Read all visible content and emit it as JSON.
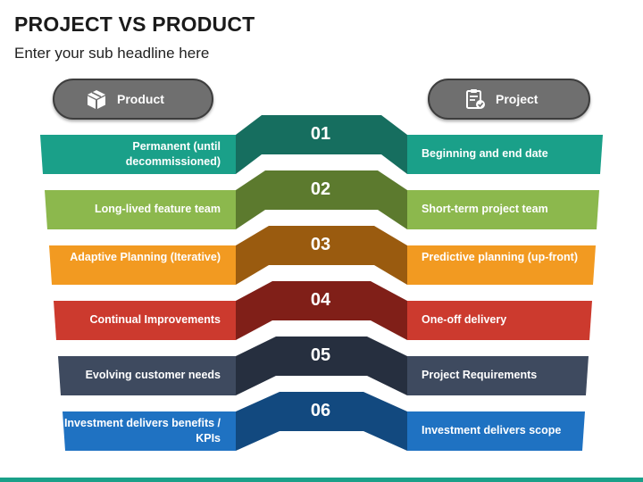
{
  "header": {
    "title": "PROJECT VS PRODUCT",
    "subtitle": "Enter your sub headline here"
  },
  "columns": {
    "left": {
      "label": "Product",
      "icon": "box-icon"
    },
    "right": {
      "label": "Project",
      "icon": "clipboard-check-icon"
    }
  },
  "rows": [
    {
      "number": "01",
      "left": "Permanent (until decommissioned)",
      "right": "Beginning and end date",
      "color": "#1aa089",
      "dark": "#166e5f"
    },
    {
      "number": "02",
      "left": "Long-lived feature team",
      "right": "Short-term project team",
      "color": "#8cb84d",
      "dark": "#5c7a2e"
    },
    {
      "number": "03",
      "left": "Adaptive Planning (Iterative)",
      "right": "Predictive planning (up-front)",
      "color": "#f29a21",
      "dark": "#9a5b0f"
    },
    {
      "number": "04",
      "left": "Continual Improvements",
      "right": "One-off delivery",
      "color": "#cc3a2e",
      "dark": "#801f18"
    },
    {
      "number": "05",
      "left": "Evolving customer needs",
      "right": "Project Requirements",
      "color": "#3e4a5f",
      "dark": "#262f3f"
    },
    {
      "number": "06",
      "left": "Investment delivers benefits /  KPIs",
      "right": "Investment delivers scope",
      "color": "#1f72c2",
      "dark": "#12497f"
    }
  ]
}
